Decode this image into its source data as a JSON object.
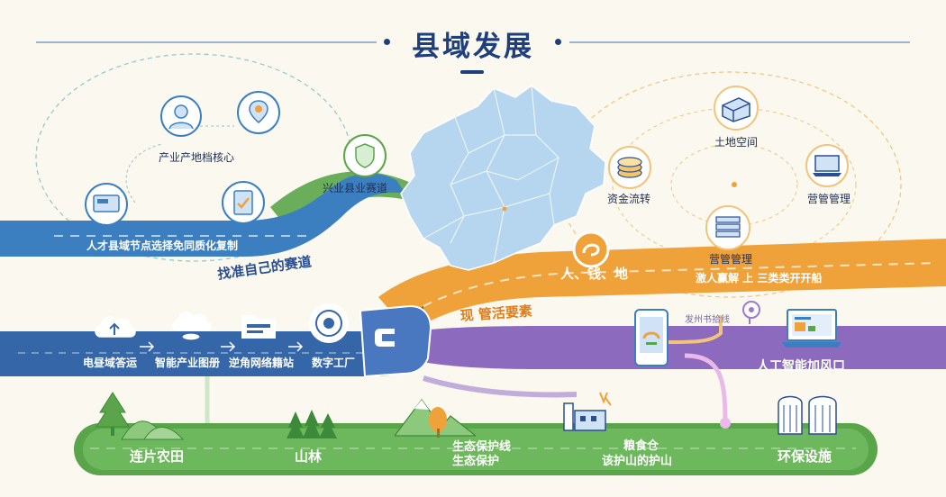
{
  "title": "县域发展",
  "top_left": {
    "label_core": "产业产地档核心",
    "label_race": "兴业县业赛道",
    "band_label": "人才县域节点选择免同质化复制",
    "slogan": "找准自己的赛道"
  },
  "top_right": {
    "land": "土地空间",
    "fund": "资金流转",
    "ops1": "营管管理",
    "ops2": "营管管理",
    "people_money_land": "人、钱、地",
    "three_types": "激人赢解 上 三类类开开船",
    "activate": "现 管活要素"
  },
  "middle": {
    "step1": "电昼域答运",
    "step2": "智能产业图册",
    "step3": "逆角网络籍站",
    "step4": "数字工厂",
    "phone_label": "发州书拾线",
    "ai_label": "人工智能加风口"
  },
  "bottom": {
    "farm": "连片农田",
    "forest": "山林",
    "eco1": "生态保护线",
    "eco2": "生态保护",
    "grain1": "粮食仓",
    "grain2": "该护山的护山",
    "env": "环保设施"
  },
  "colors": {
    "title": "#1f3f7c",
    "blue_band": "#3c7fc1",
    "orange_band": "#f0a23a",
    "purple_band": "#8c6bbf",
    "green_band": "#5aa54a",
    "map": "#b6d6f0"
  }
}
